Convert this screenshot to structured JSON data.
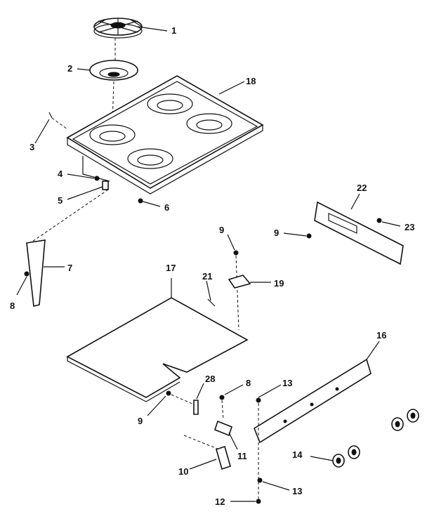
{
  "callouts": [
    {
      "id": "c1",
      "label": "1"
    },
    {
      "id": "c2",
      "label": "2"
    },
    {
      "id": "c3",
      "label": "3"
    },
    {
      "id": "c4",
      "label": "4"
    },
    {
      "id": "c5",
      "label": "5"
    },
    {
      "id": "c6",
      "label": "6"
    },
    {
      "id": "c7",
      "label": "7"
    },
    {
      "id": "c8a",
      "label": "8"
    },
    {
      "id": "c9a",
      "label": "9"
    },
    {
      "id": "c9b",
      "label": "9"
    },
    {
      "id": "c22",
      "label": "22"
    },
    {
      "id": "c23",
      "label": "23"
    },
    {
      "id": "c18",
      "label": "18"
    },
    {
      "id": "c17",
      "label": "17"
    },
    {
      "id": "c21",
      "label": "21"
    },
    {
      "id": "c19",
      "label": "19"
    },
    {
      "id": "c16",
      "label": "16"
    },
    {
      "id": "c28",
      "label": "28"
    },
    {
      "id": "c8b",
      "label": "8"
    },
    {
      "id": "c13a",
      "label": "13"
    },
    {
      "id": "c9c",
      "label": "9"
    },
    {
      "id": "c11",
      "label": "11"
    },
    {
      "id": "c10",
      "label": "10"
    },
    {
      "id": "c14",
      "label": "14"
    },
    {
      "id": "c13b",
      "label": "13"
    },
    {
      "id": "c12",
      "label": "12"
    }
  ]
}
